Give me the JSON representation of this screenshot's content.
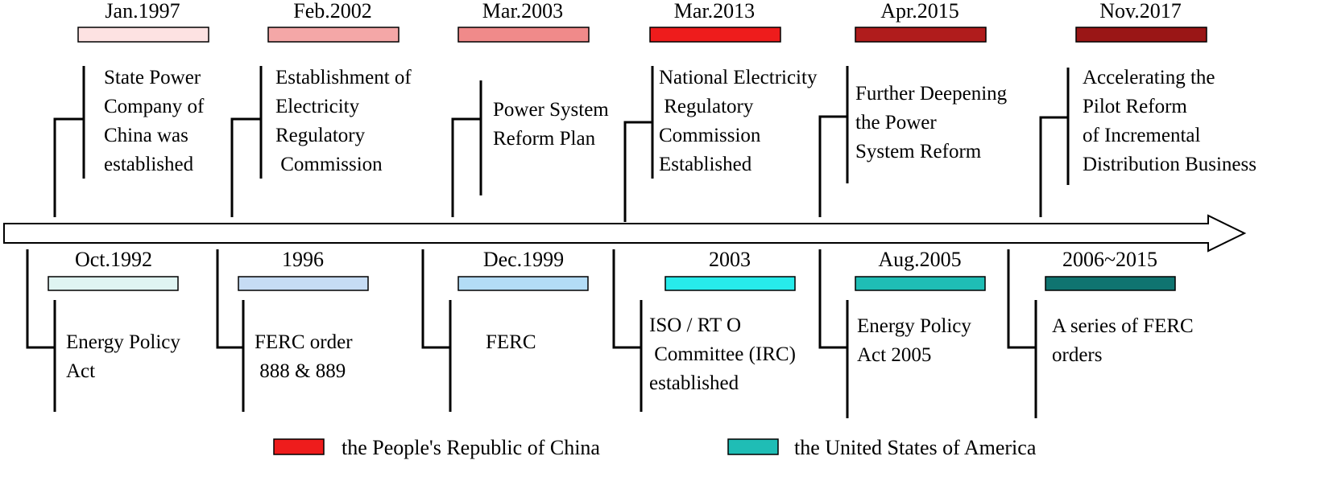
{
  "timeline": {
    "china_events": [
      {
        "date": "Jan.1997",
        "color": "#fde2e2",
        "lines": [
          "State Power",
          "Company of",
          "China was",
          "established"
        ]
      },
      {
        "date": "Feb.2002",
        "color": "#f4a7a7",
        "lines": [
          "Establishment of",
          "Electricity",
          "Regulatory",
          " Commission"
        ]
      },
      {
        "date": "Mar.2003",
        "color": "#f08a8a",
        "lines": [
          "Power System",
          "Reform Plan"
        ]
      },
      {
        "date": "Mar.2013",
        "color": "#ee1c1c",
        "lines": [
          "National Electricity",
          " Regulatory",
          "Commission",
          "Established"
        ]
      },
      {
        "date": "Apr.2015",
        "color": "#b01c1c",
        "lines": [
          "Further Deepening",
          "the Power",
          "System Reform"
        ]
      },
      {
        "date": "Nov.2017",
        "color": "#9a1616",
        "lines": [
          "Accelerating the",
          "Pilot Reform",
          "of Incremental",
          "Distribution Business"
        ]
      }
    ],
    "usa_events": [
      {
        "date": "Oct.1992",
        "color": "#dff4f2",
        "lines": [
          "Energy Policy",
          "Act"
        ]
      },
      {
        "date": "1996",
        "color": "#c6dcf4",
        "lines": [
          "FERC order",
          " 888 & 889"
        ]
      },
      {
        "date": "Dec.1999",
        "color": "#b3dcf6",
        "lines": [
          "FERC"
        ]
      },
      {
        "date": "2003",
        "color": "#27ebeb",
        "lines": [
          "ISO / RT O",
          " Committee (IRC)",
          "established"
        ]
      },
      {
        "date": "Aug.2005",
        "color": "#1fbdb5",
        "lines": [
          "Energy Policy",
          "Act 2005"
        ]
      },
      {
        "date": "2006~2015",
        "color": "#0f7470",
        "lines": [
          "A series of FERC",
          "orders"
        ]
      }
    ]
  },
  "legend": [
    {
      "label": "the People's Republic of China",
      "color": "#ee1c1c"
    },
    {
      "label": "the United States of America",
      "color": "#1fbdb5"
    }
  ]
}
